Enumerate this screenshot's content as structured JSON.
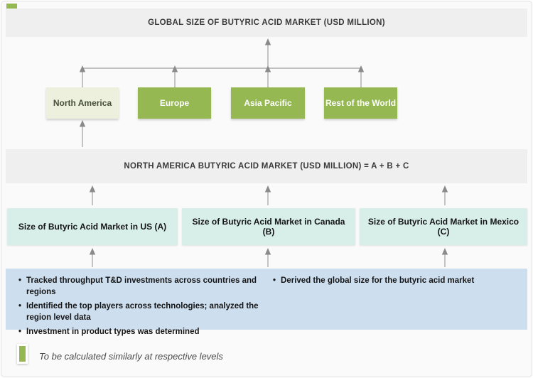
{
  "colors": {
    "accent_green": "#95b852",
    "highlight_box_green": "#ecf0dd",
    "teal_box": "#d8efe9",
    "blue_box": "#cddeef",
    "bar_gray": "#f0eff0",
    "arrow_gray": "#9e9e9e"
  },
  "diagram": {
    "global_bar_label": "GLOBAL SIZE OF BUTYRIC ACID MARKET (USD MILLION)",
    "regions": [
      {
        "label": "North America"
      },
      {
        "label": "Europe"
      },
      {
        "label": "Asia Pacific"
      },
      {
        "label": "Rest of the World"
      }
    ],
    "na_bar_label": "NORTH AMERICA BUTYRIC ACID MARKET (USD MILLION) = A + B + C",
    "country_boxes": [
      "Size of Butyric Acid Market in US (A)",
      "Size of Butyric Acid Market in Canada (B)",
      "Size of Butyric Acid Market in Mexico (C)"
    ],
    "methodology": {
      "left_bullets": [
        "Tracked throughput T&D investments across countries and regions",
        "Identified the top players across technologies; analyzed  the region level data",
        "Investment in product types was determined"
      ],
      "right_bullets": [
        "Derived the global size for the butyric acid market"
      ]
    },
    "legend_label": "To be calculated similarly at respective levels"
  }
}
